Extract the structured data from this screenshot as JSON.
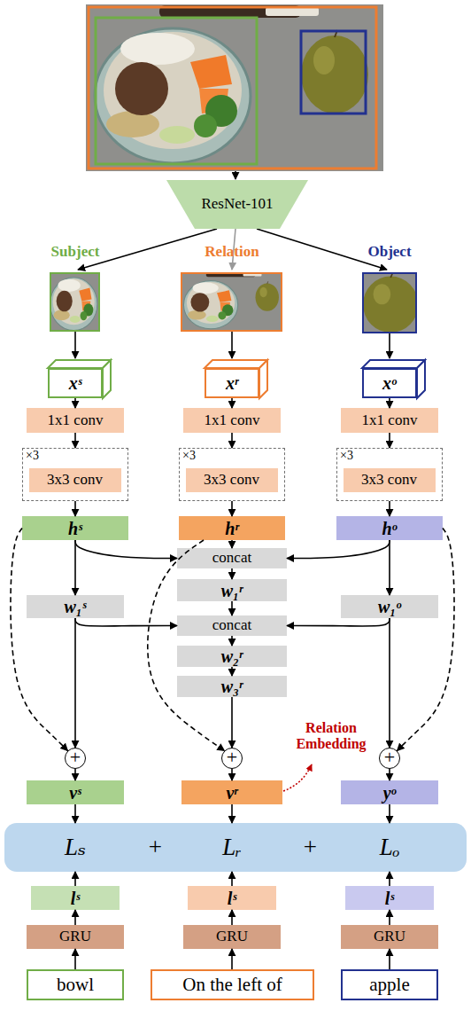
{
  "diagram": {
    "nodes": [
      {
        "text": [
          "ResNet-101"
        ]
      },
      {
        "text": [
          "xˢ"
        ]
      },
      {
        "text": [
          "xʳ"
        ]
      },
      {
        "text": [
          "xᵒ"
        ]
      },
      {
        "text": [
          "1x1 conv"
        ]
      },
      {
        "text": [
          "1x1 conv"
        ]
      },
      {
        "text": [
          "1x1 conv"
        ]
      },
      {
        "text": [
          "×3"
        ]
      },
      {
        "text": [
          "3x3 conv"
        ],
        "in": 7
      },
      {
        "text": [
          "×3"
        ]
      },
      {
        "text": [
          "3x3 conv"
        ],
        "in": 9
      },
      {
        "text": [
          "×3"
        ]
      },
      {
        "text": [
          "3x3 conv"
        ],
        "in": 11
      },
      {
        "text": [
          "hˢ"
        ]
      },
      {
        "text": [
          "hʳ"
        ]
      },
      {
        "text": [
          "hᵒ"
        ]
      },
      {
        "text": [
          "concat"
        ]
      },
      {
        "text": [
          "w₁ˢ"
        ]
      },
      {
        "text": [
          "w₁ʳ"
        ]
      },
      {
        "text": [
          "w₁ᵒ"
        ]
      },
      {
        "text": [
          "concat"
        ]
      },
      {
        "text": [
          "w₂ʳ"
        ]
      },
      {
        "text": [
          "w₃ʳ"
        ]
      },
      {
        "text": [
          "+"
        ]
      },
      {
        "text": [
          "+"
        ]
      },
      {
        "text": [
          "+"
        ]
      },
      {
        "text": [
          "vˢ"
        ]
      },
      {
        "text": [
          "vʳ"
        ]
      },
      {
        "text": [
          "yᵒ"
        ]
      },
      {
        "text": [
          "Lₛ",
          "+",
          "Lᵣ",
          "+",
          "Lₒ"
        ]
      },
      {
        "text": [
          "lˢ"
        ]
      },
      {
        "text": [
          "lˢ"
        ]
      },
      {
        "text": [
          "lˢ"
        ]
      },
      {
        "text": [
          "GRU"
        ]
      },
      {
        "text": [
          "GRU"
        ]
      },
      {
        "text": [
          "GRU"
        ]
      },
      {
        "text": [
          "bowl"
        ]
      },
      {
        "text": [
          "On the left of"
        ]
      },
      {
        "text": [
          "apple"
        ]
      }
    ],
    "edges": [
      {
        "from": 1,
        "to": 4,
        "arrow": "to"
      },
      {
        "from": 2,
        "to": 5,
        "arrow": "to"
      },
      {
        "from": 3,
        "to": 6,
        "arrow": "to"
      },
      {
        "from": 4,
        "to": 7,
        "arrow": "to"
      },
      {
        "from": 5,
        "to": 9,
        "arrow": "to"
      },
      {
        "from": 6,
        "to": 11,
        "arrow": "to"
      },
      {
        "from": 7,
        "to": 13,
        "arrow": "to"
      },
      {
        "from": 9,
        "to": 14,
        "arrow": "to"
      },
      {
        "from": 11,
        "to": 15,
        "arrow": "to"
      },
      {
        "from": 13,
        "to": 16,
        "arrow": "to"
      },
      {
        "from": 14,
        "to": 16,
        "arrow": "to"
      },
      {
        "from": 15,
        "to": 16,
        "arrow": "to"
      },
      {
        "from": 13,
        "to": 17,
        "arrow": "to"
      },
      {
        "from": 15,
        "to": 19,
        "arrow": "to"
      },
      {
        "from": 16,
        "to": 18,
        "arrow": "to"
      },
      {
        "from": 17,
        "to": 20,
        "arrow": "to"
      },
      {
        "from": 18,
        "to": 20,
        "arrow": "to"
      },
      {
        "from": 19,
        "to": 20,
        "arrow": "to"
      },
      {
        "from": 20,
        "to": 21,
        "arrow": "to"
      },
      {
        "from": 21,
        "to": 22,
        "arrow": "to"
      },
      {
        "from": 22,
        "to": 24,
        "arrow": "to"
      },
      {
        "from": 17,
        "to": 23,
        "arrow": "to"
      },
      {
        "from": 19,
        "to": 25,
        "arrow": "to"
      },
      {
        "from": 13,
        "to": 23,
        "arrow": "to"
      },
      {
        "from": 14,
        "to": 24,
        "arrow": "to"
      },
      {
        "from": 15,
        "to": 25,
        "arrow": "to"
      },
      {
        "from": 23,
        "to": 26,
        "arrow": "to"
      },
      {
        "from": 24,
        "to": 27,
        "arrow": "to"
      },
      {
        "from": 25,
        "to": 28,
        "arrow": "to"
      },
      {
        "from": 26,
        "to": 29,
        "arrow": "to"
      },
      {
        "from": 27,
        "to": 29,
        "arrow": "to"
      },
      {
        "from": 28,
        "to": 29,
        "arrow": "to"
      },
      {
        "from": 30,
        "to": 29,
        "arrow": "to"
      },
      {
        "from": 31,
        "to": 29,
        "arrow": "to"
      },
      {
        "from": 32,
        "to": 29,
        "arrow": "to"
      },
      {
        "from": 33,
        "to": 30,
        "arrow": "to"
      },
      {
        "from": 34,
        "to": 31,
        "arrow": "to"
      },
      {
        "from": 35,
        "to": 32,
        "arrow": "to"
      },
      {
        "from": 36,
        "to": 33,
        "arrow": "to"
      },
      {
        "from": 37,
        "to": 34,
        "arrow": "to"
      },
      {
        "from": 38,
        "to": 35,
        "arrow": "to"
      }
    ],
    "labels": [
      "Subject",
      "Relation",
      "Object",
      "Relation Embedding"
    ]
  }
}
